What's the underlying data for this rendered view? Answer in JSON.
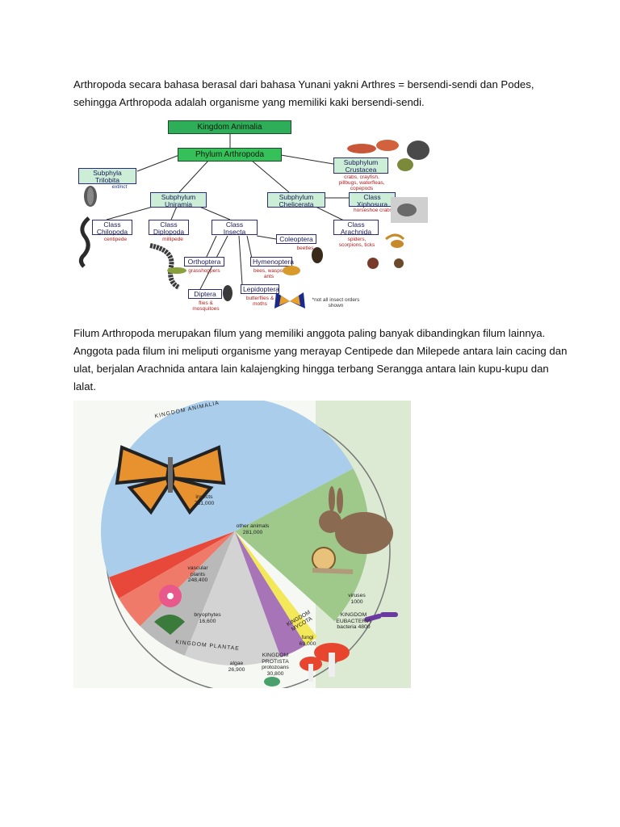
{
  "paragraphs": {
    "intro_line1": "Arthropoda secara bahasa berasal dari bahasa Yunani yakni Arthres = bersendi-sendi dan Podes,",
    "intro_line2": "sehingga Arthropoda adalah organisme yang memiliki kaki bersendi-sendi.",
    "body_line1": "Filum Arthropoda merupakan filum yang memiliki anggota paling banyak dibandingkan filum lainnya.",
    "body_line2": "Anggota pada filum ini meliputi organisme yang merayap Centipede dan Milepede antara lain cacing dan",
    "body_line3": "ulat, berjalan Arachnida antara lain kalajengking hingga terbang Serangga antara lain kupu-kupu dan",
    "body_line4": "lalat."
  },
  "tree": {
    "kingdom": "Kingdom Animalia",
    "phylum": "Phylum Arthropoda",
    "trilobita": "Subphyla Trilobita",
    "trilobita_note": "extinct",
    "crustacea": "Subphylum Crustacea",
    "crustacea_note": "crabs, crayfish, pillbugs, waterfleas, copepods",
    "uniramia": "Subphylum Uniramia",
    "chelicerata": "Subphylum Chelicerata",
    "xiphosura": "Class Xiphosura",
    "xiphosura_note": "horseshoe crabs",
    "chilopoda": "Class Chilopoda",
    "chilopoda_note": "centipede",
    "diplopoda": "Class Diplopoda",
    "diplopoda_note": "millipede",
    "insecta": "Class Insecta",
    "arachnida": "Class Arachnida",
    "arachnida_note": "spiders, scorpions, ticks",
    "coleoptera": "Coleoptera",
    "coleoptera_note": "beetles",
    "orthoptera": "Orthoptera",
    "orthoptera_note": "grasshoppers",
    "hymenoptera": "Hymenoptera",
    "hymenoptera_note": "bees, wasps, ants",
    "diptera": "Diptera",
    "diptera_note": "flies & mosquitoes",
    "lepidoptera": "Lepidoptera",
    "lepidoptera_note": "butterflies & moths",
    "footnote": "*not all insect orders shown"
  },
  "pie": {
    "ring_animalia": "KINGDOM ANIMALIA",
    "ring_plantae": "KINGDOM PLANTAE",
    "insects_name": "insects",
    "insects_value": "751,000",
    "other_name": "other animals",
    "other_value": "281,000",
    "vascular_name": "vascular plants",
    "vascular_value": "248,400",
    "bryophytes_name": "bryophytes",
    "bryophytes_value": "16,600",
    "algae_name": "algae",
    "algae_value": "26,900",
    "protista_kingdom": "KINGDOM PROTISTA",
    "protista_name": "protozoans",
    "protista_value": "30,800",
    "mycota_kingdom": "KINGDOM MYCOTA",
    "fungi_name": "fungi",
    "fungi_value": "69,000",
    "eubacteria_kingdom": "KINGDOM EUBACTERIA",
    "bacteria_name": "bacteria",
    "bacteria_value": "4800",
    "viruses_name": "viruses",
    "viruses_value": "1000",
    "colors": {
      "insects": "#a9cdeb",
      "other": "#9fc98b",
      "vascular": "#f2a45c",
      "bryophytes": "#e8483a",
      "algae": "#f07a6a",
      "protista": "#b9b9b9",
      "fungi": "#d3d3d3",
      "bacteria": "#a874b8",
      "viruses": "#f2e85a"
    }
  }
}
